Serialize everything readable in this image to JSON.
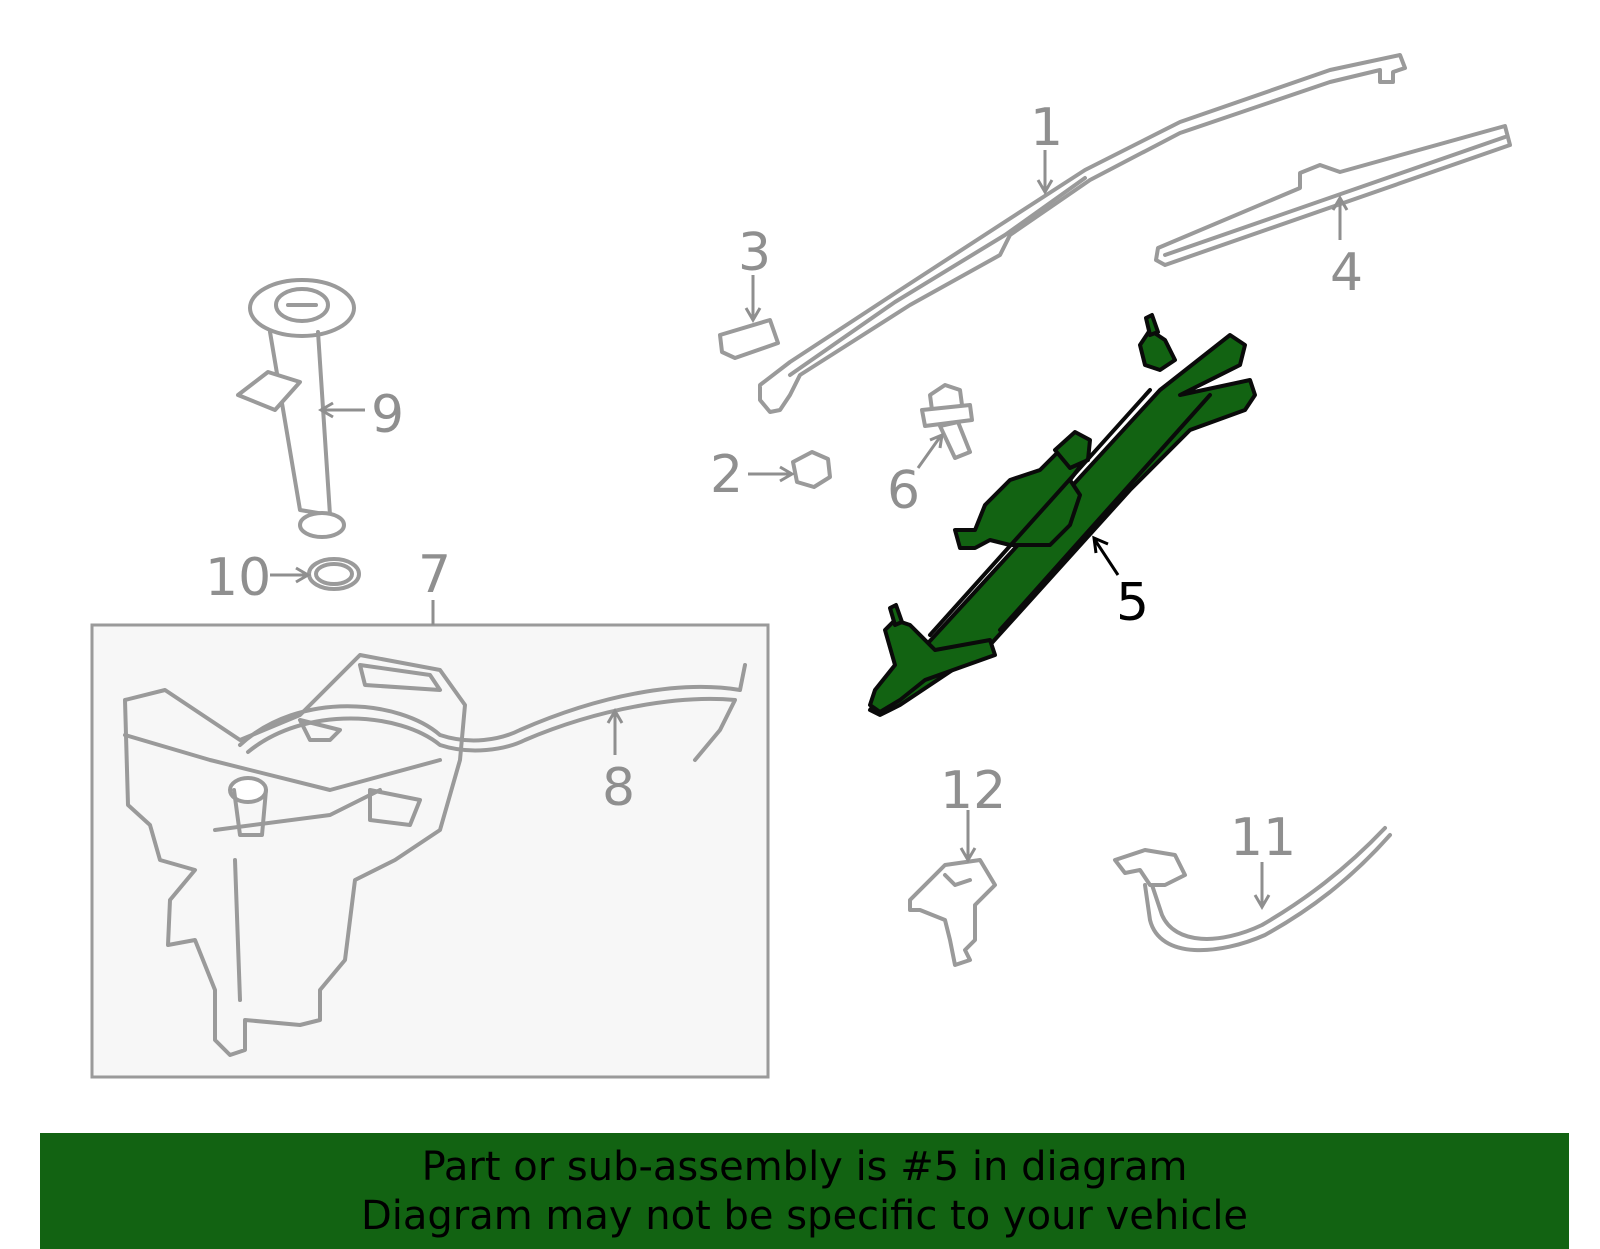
{
  "callouts": [
    {
      "id": "1",
      "label": "1"
    },
    {
      "id": "2",
      "label": "2"
    },
    {
      "id": "3",
      "label": "3"
    },
    {
      "id": "4",
      "label": "4"
    },
    {
      "id": "5",
      "label": "5"
    },
    {
      "id": "6",
      "label": "6"
    },
    {
      "id": "7",
      "label": "7"
    },
    {
      "id": "8",
      "label": "8"
    },
    {
      "id": "9",
      "label": "9"
    },
    {
      "id": "10",
      "label": "10"
    },
    {
      "id": "11",
      "label": "11"
    },
    {
      "id": "12",
      "label": "12"
    }
  ],
  "highlighted_part": "5",
  "colors": {
    "highlight": "#126312",
    "parts": "#9a9a9a",
    "inset_box_bg": "#f7f7f7"
  },
  "banner": {
    "line1": "Part or sub-assembly is #5 in diagram",
    "line2": "Diagram may not be specific to your vehicle"
  }
}
